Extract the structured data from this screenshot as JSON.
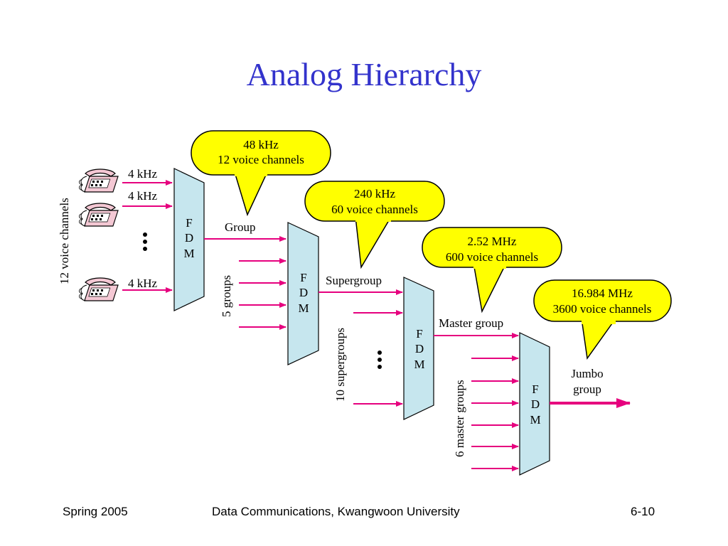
{
  "title": "Analog Hierarchy",
  "diagram": {
    "stage1": {
      "input_label": "4 kHz",
      "side_label": "12 voice channels",
      "fdm": [
        "F",
        "D",
        "M"
      ],
      "output_label": "Group",
      "callout": [
        "48 kHz",
        "12 voice channels"
      ]
    },
    "stage2": {
      "side_label": "5 groups",
      "fdm": [
        "F",
        "D",
        "M"
      ],
      "output_label": "Supergroup",
      "callout": [
        "240 kHz",
        "60 voice channels"
      ]
    },
    "stage3": {
      "side_label": "10 supergroups",
      "fdm": [
        "F",
        "D",
        "M"
      ],
      "output_label": "Master group",
      "callout": [
        "2.52 MHz",
        "600 voice channels"
      ]
    },
    "stage4": {
      "side_label": "6 master groups",
      "fdm": [
        "F",
        "D",
        "M"
      ],
      "output_label": [
        "Jumbo",
        "group"
      ],
      "callout": [
        "16.984 MHz",
        "3600 voice channels"
      ]
    },
    "colors": {
      "arrow": "#e6007e",
      "fdm_fill": "#c6e6ee",
      "callout_fill": "#ffff00",
      "title": "#3333cc"
    }
  },
  "footer": {
    "left": "Spring 2005",
    "center": "Data Communications, Kwangwoon University",
    "right": "6-10"
  }
}
